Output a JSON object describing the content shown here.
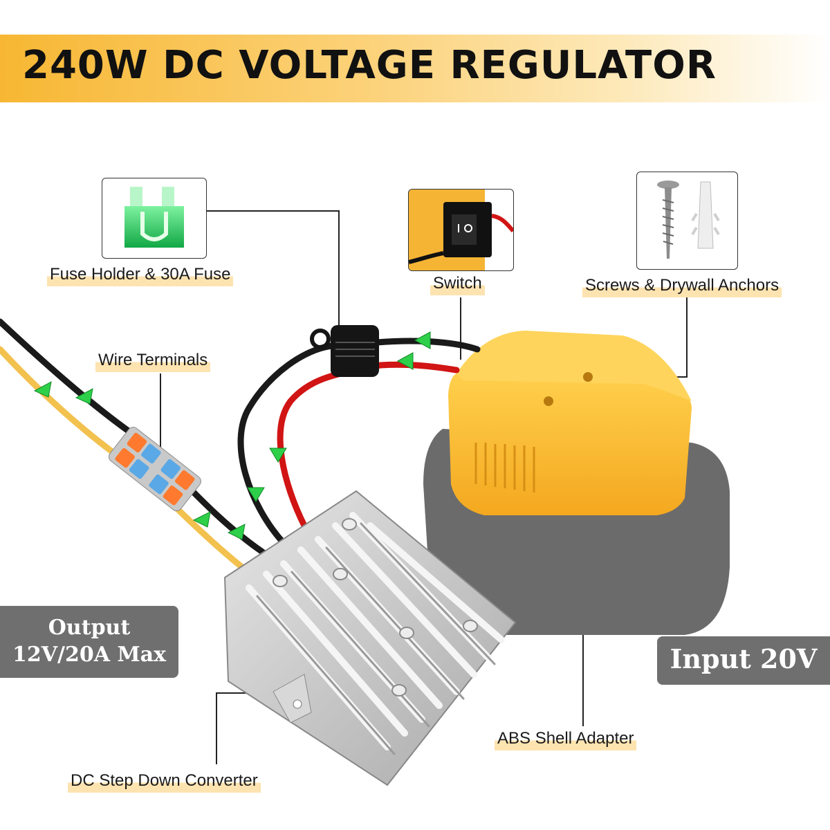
{
  "title": "240W DC VOLTAGE REGULATOR",
  "callouts": {
    "fuse": "Fuse Holder & 30A Fuse",
    "switch": "Switch",
    "screws": "Screws & Drywall Anchors",
    "wire_terminals": "Wire Terminals",
    "abs_shell": "ABS Shell Adapter",
    "converter": "DC Step Down Converter"
  },
  "specs": {
    "output_label": "Output",
    "output_value": "12V/20A Max",
    "input": "Input 20V"
  },
  "colors": {
    "banner": "#f7b733",
    "highlight": "#fde3b0",
    "adapter_yellow": "#f8b92e",
    "battery_gray": "#6b6b6b",
    "wire_red": "#d11414",
    "wire_black": "#1a1a1a",
    "wire_yellow": "#f2c14e",
    "flow_arrow": "#2ed04a",
    "fuse_green": "#22c35a",
    "spec_box": "#6f6f6f"
  }
}
